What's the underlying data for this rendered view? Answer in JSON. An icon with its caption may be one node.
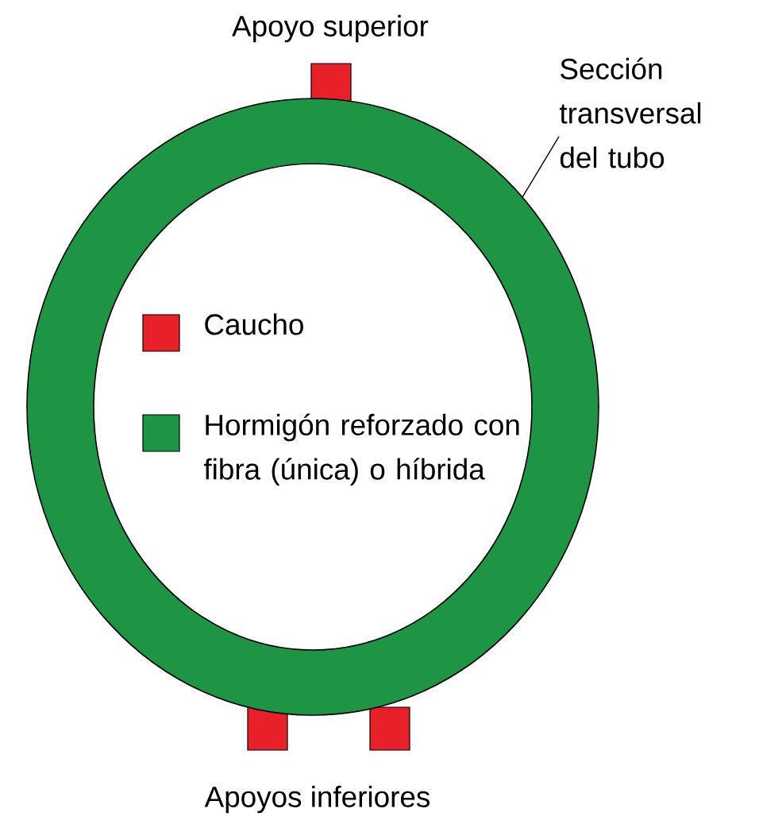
{
  "diagram": {
    "nodes": [
      {
        "text": [
          "Sección transversal del tubo"
        ]
      },
      {
        "text": [],
        "shape": "circle"
      }
    ],
    "edges": [
      {
        "from": 0,
        "to": 1,
        "arrow": "none"
      }
    ],
    "labels": [
      "Apoyo superior",
      "Apoyos inferiores"
    ],
    "legend": [
      {
        "text": "Caucho",
        "color": "#e8202a"
      },
      {
        "text": "Hormigón reforzado con fibra (única) o híbrida",
        "color": "#1e9445"
      }
    ]
  }
}
